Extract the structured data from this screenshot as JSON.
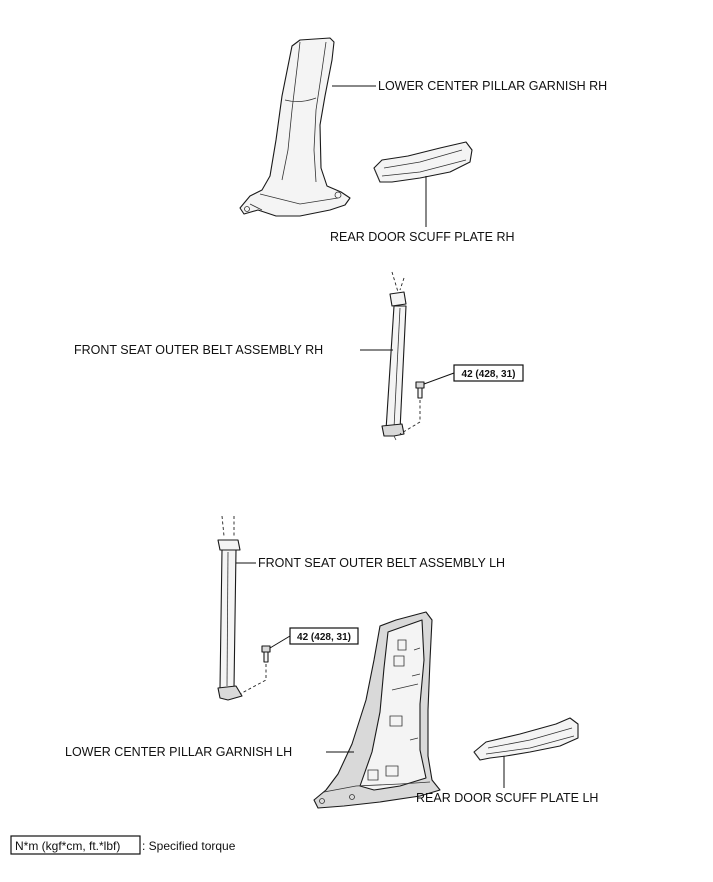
{
  "labels": {
    "lower_center_pillar_garnish_rh": "LOWER CENTER PILLAR GARNISH RH",
    "rear_door_scuff_plate_rh": "REAR DOOR SCUFF PLATE RH",
    "front_seat_outer_belt_assembly_rh": "FRONT SEAT OUTER BELT ASSEMBLY RH",
    "front_seat_outer_belt_assembly_lh": "FRONT SEAT OUTER BELT ASSEMBLY LH",
    "lower_center_pillar_garnish_lh": "LOWER CENTER PILLAR GARNISH LH",
    "rear_door_scuff_plate_lh": "REAR DOOR SCUFF PLATE LH"
  },
  "torque": {
    "rh_bolt": "42 (428, 31)",
    "lh_bolt": "42 (428, 31)"
  },
  "legend": {
    "unit_box": "N*m (kgf*cm, ft.*lbf)",
    "description": ": Specified torque"
  }
}
